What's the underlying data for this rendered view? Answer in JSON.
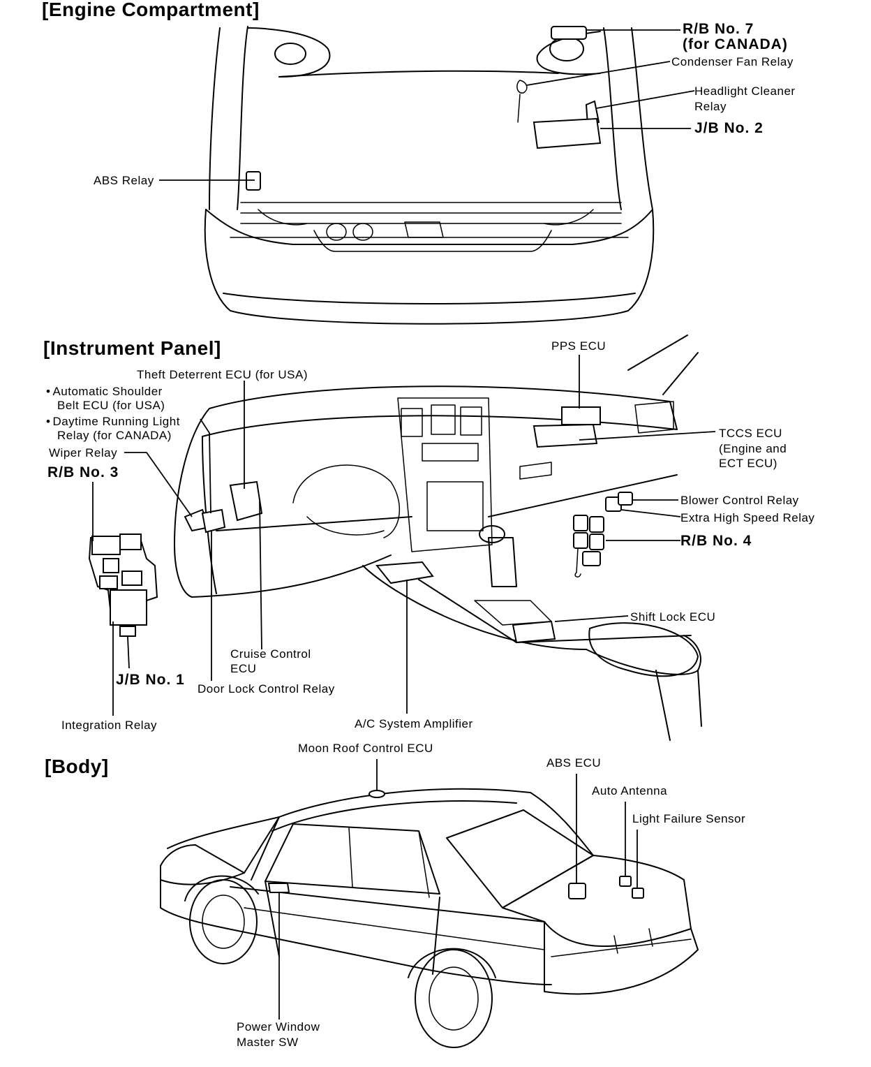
{
  "sections": {
    "engine": "[Engine Compartment]",
    "instrument": "[Instrument Panel]",
    "body": "[Body]"
  },
  "engine_labels": {
    "rb7_line1": "R/B No. 7",
    "rb7_line2": "(for CANADA)",
    "condenser_fan_relay": "Condenser Fan Relay",
    "headlight_cleaner_line1": "Headlight Cleaner",
    "headlight_cleaner_line2": "Relay",
    "jb2": "J/B No. 2",
    "abs_relay": "ABS Relay"
  },
  "instrument_labels": {
    "pps_ecu": "PPS ECU",
    "theft_deterrent": "Theft Deterrent ECU (for USA)",
    "auto_shoulder_line1": "Automatic Shoulder",
    "auto_shoulder_line2": "Belt ECU (for USA)",
    "drl_line1": "Daytime Running Light",
    "drl_line2": "Relay (for CANADA)",
    "wiper_relay": "Wiper Relay",
    "rb3": "R/B No. 3",
    "tccs_line1": "TCCS ECU",
    "tccs_line2": "(Engine and",
    "tccs_line3": "ECT ECU)",
    "blower_control_relay": "Blower Control Relay",
    "extra_high_speed_relay": "Extra High Speed Relay",
    "rb4": "R/B No. 4",
    "shift_lock_ecu": "Shift Lock ECU",
    "cruise_line1": "Cruise Control",
    "cruise_line2": "ECU",
    "jb1": "J/B No. 1",
    "door_lock_relay": "Door Lock Control Relay",
    "ac_amplifier": "A/C System Amplifier",
    "integration_relay": "Integration Relay"
  },
  "body_labels": {
    "moon_roof": "Moon Roof Control ECU",
    "abs_ecu": "ABS ECU",
    "auto_antenna": "Auto Antenna",
    "light_failure": "Light Failure Sensor",
    "pw_line1": "Power Window",
    "pw_line2": "Master SW"
  }
}
